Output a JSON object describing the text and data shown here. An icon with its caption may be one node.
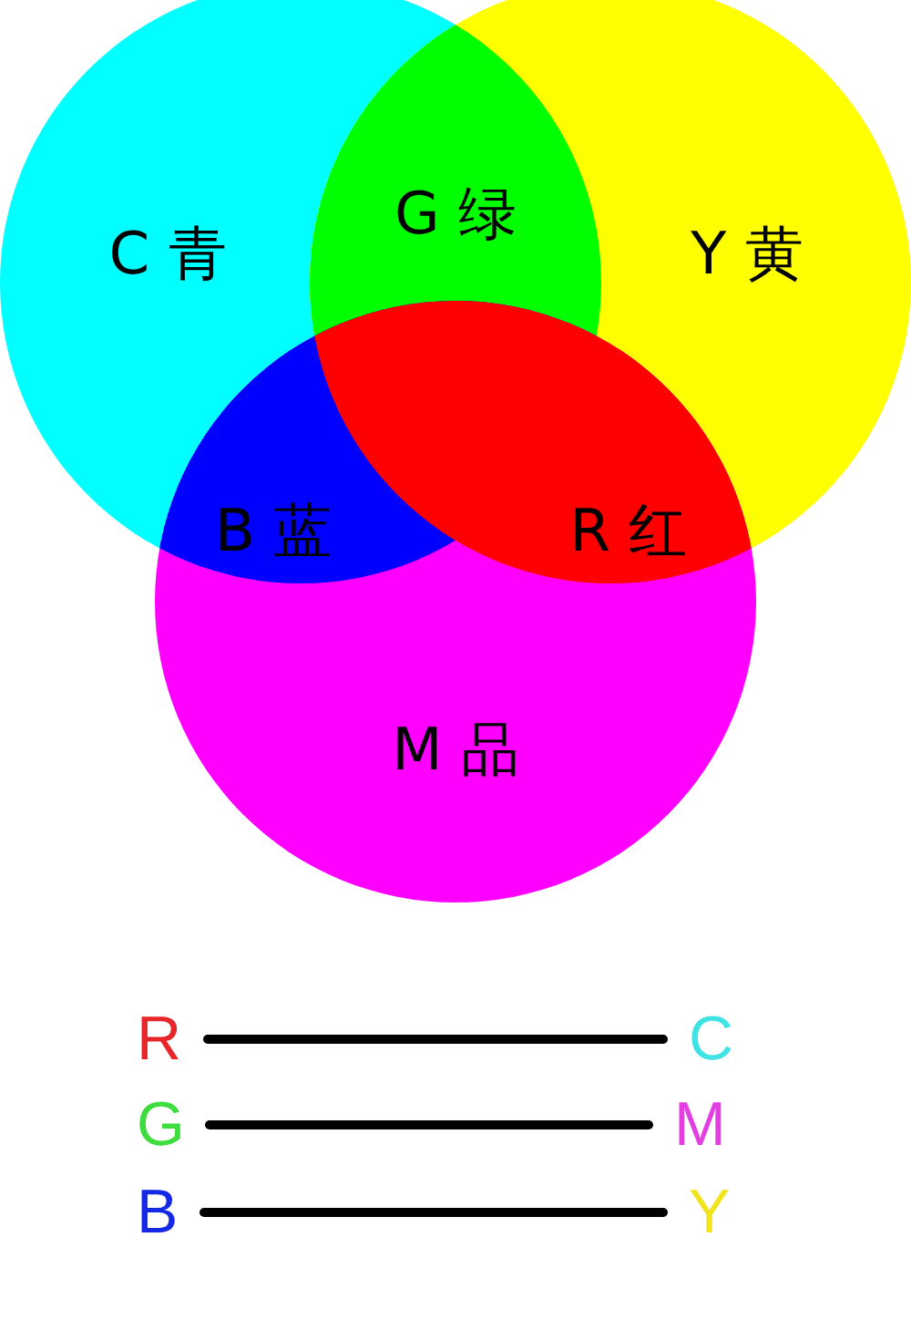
{
  "diagram": {
    "nodes": [
      {
        "text": [
          "C 青"
        ]
      },
      {
        "text": [
          "Y 黄"
        ]
      },
      {
        "text": [
          "M 品"
        ]
      },
      {
        "text": [
          "G 绿"
        ]
      },
      {
        "text": [
          "B 蓝"
        ]
      },
      {
        "text": [
          "R 红"
        ]
      },
      {
        "text": [
          "R"
        ]
      },
      {
        "text": [
          "G"
        ]
      },
      {
        "text": [
          "B"
        ]
      },
      {
        "text": [
          "C"
        ]
      },
      {
        "text": [
          "M"
        ]
      },
      {
        "text": [
          "Y"
        ]
      }
    ],
    "edges": [
      {
        "from": 6,
        "to": 9,
        "arrow": "none"
      },
      {
        "from": 7,
        "to": 10,
        "arrow": "none"
      },
      {
        "from": 8,
        "to": 11,
        "arrow": "none"
      }
    ]
  }
}
